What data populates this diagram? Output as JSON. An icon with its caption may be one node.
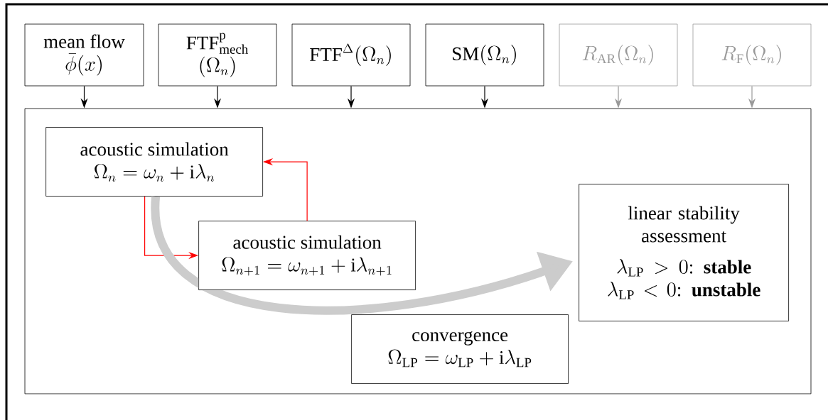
{
  "diagram": {
    "nodes": [
      {
        "text": [
          "mean flow",
          "\\bar{\\phi}(x)"
        ]
      },
      {
        "text": [
          "\\mathrm{FTF}^{\\mathrm{p}}_{\\mathrm{mech}}",
          "(\\Omega_n)"
        ]
      },
      {
        "text": [
          "\\mathrm{FTF}^{\\Delta}(\\Omega_n)"
        ]
      },
      {
        "text": [
          "\\mathrm{SM}(\\Omega_n)"
        ]
      },
      {
        "text": [
          "R_{\\mathrm{AR}}(\\Omega_n)"
        ]
      },
      {
        "text": [
          "R_{\\mathrm{F}}(\\Omega_n)"
        ]
      },
      {
        "text": [],
        "shape": "box"
      },
      {
        "text": [
          "acoustic simulation",
          "\\Omega_n = \\omega_n + \\mathrm{i}\\lambda_n"
        ],
        "in": 6
      },
      {
        "text": [
          "acoustic simulation",
          "\\Omega_{n+1} = \\omega_{n+1} + \\mathrm{i}\\lambda_{n+1}"
        ],
        "in": 6
      },
      {
        "text": [
          "convergence",
          "\\Omega_{\\mathrm{LP}} = \\omega_{\\mathrm{LP}} + \\mathrm{i}\\lambda_{\\mathrm{LP}}"
        ],
        "in": 6
      },
      {
        "text": [
          "linear stability assessment",
          "\\lambda_{\\mathrm{LP}} > 0\\mbox{: \\textbf{stable}}",
          "\\lambda_{\\mathrm{LP}} < 0\\mbox{: \\textbf{unstable}}"
        ],
        "in": 6
      }
    ],
    "edges": [
      {
        "from": 0,
        "to": 6,
        "arrow": "to"
      },
      {
        "from": 1,
        "to": 6,
        "arrow": "to"
      },
      {
        "from": 2,
        "to": 6,
        "arrow": "to"
      },
      {
        "from": 3,
        "to": 6,
        "arrow": "to"
      },
      {
        "from": 4,
        "to": 6,
        "arrow": "to",
        "color": "#999999"
      },
      {
        "from": 5,
        "to": 6,
        "arrow": "to",
        "color": "#999999"
      },
      {
        "from": 7,
        "to": 8,
        "arrow": "to",
        "color": "#ff0000"
      },
      {
        "from": 8,
        "to": 7,
        "arrow": "to",
        "color": "#ff0000"
      },
      {
        "from": 7,
        "to": 10,
        "arrow": "to",
        "style": "thick",
        "color": "#cccccc"
      }
    ]
  }
}
